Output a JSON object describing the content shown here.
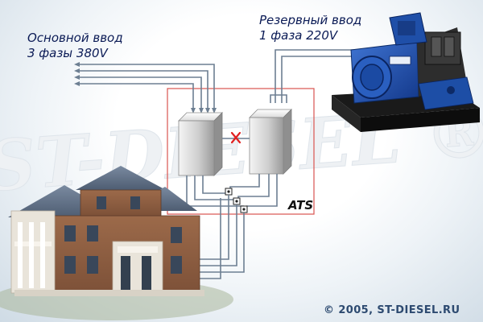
{
  "labels": {
    "main_input_line1": "Основной ввод",
    "main_input_line2": "3 фазы 380V",
    "reserve_input_line1": "Резервный ввод",
    "reserve_input_line2": "1 фаза 220V",
    "ats": "ATS",
    "copyright": "© 2005, ST-DIESEL.RU",
    "watermark": "ST-DIESEL ®"
  },
  "colors": {
    "wire": "#6d7f92",
    "ats_border": "#d9534f",
    "interlock_mark": "#e02020",
    "label_text": "#0a1a55",
    "generator_body": "#1f4fa8"
  },
  "icons": {
    "generator": "diesel-generator-icon",
    "house": "house-icon",
    "interlock": "interlock-x-icon",
    "terminal": "terminal-block-icon"
  }
}
